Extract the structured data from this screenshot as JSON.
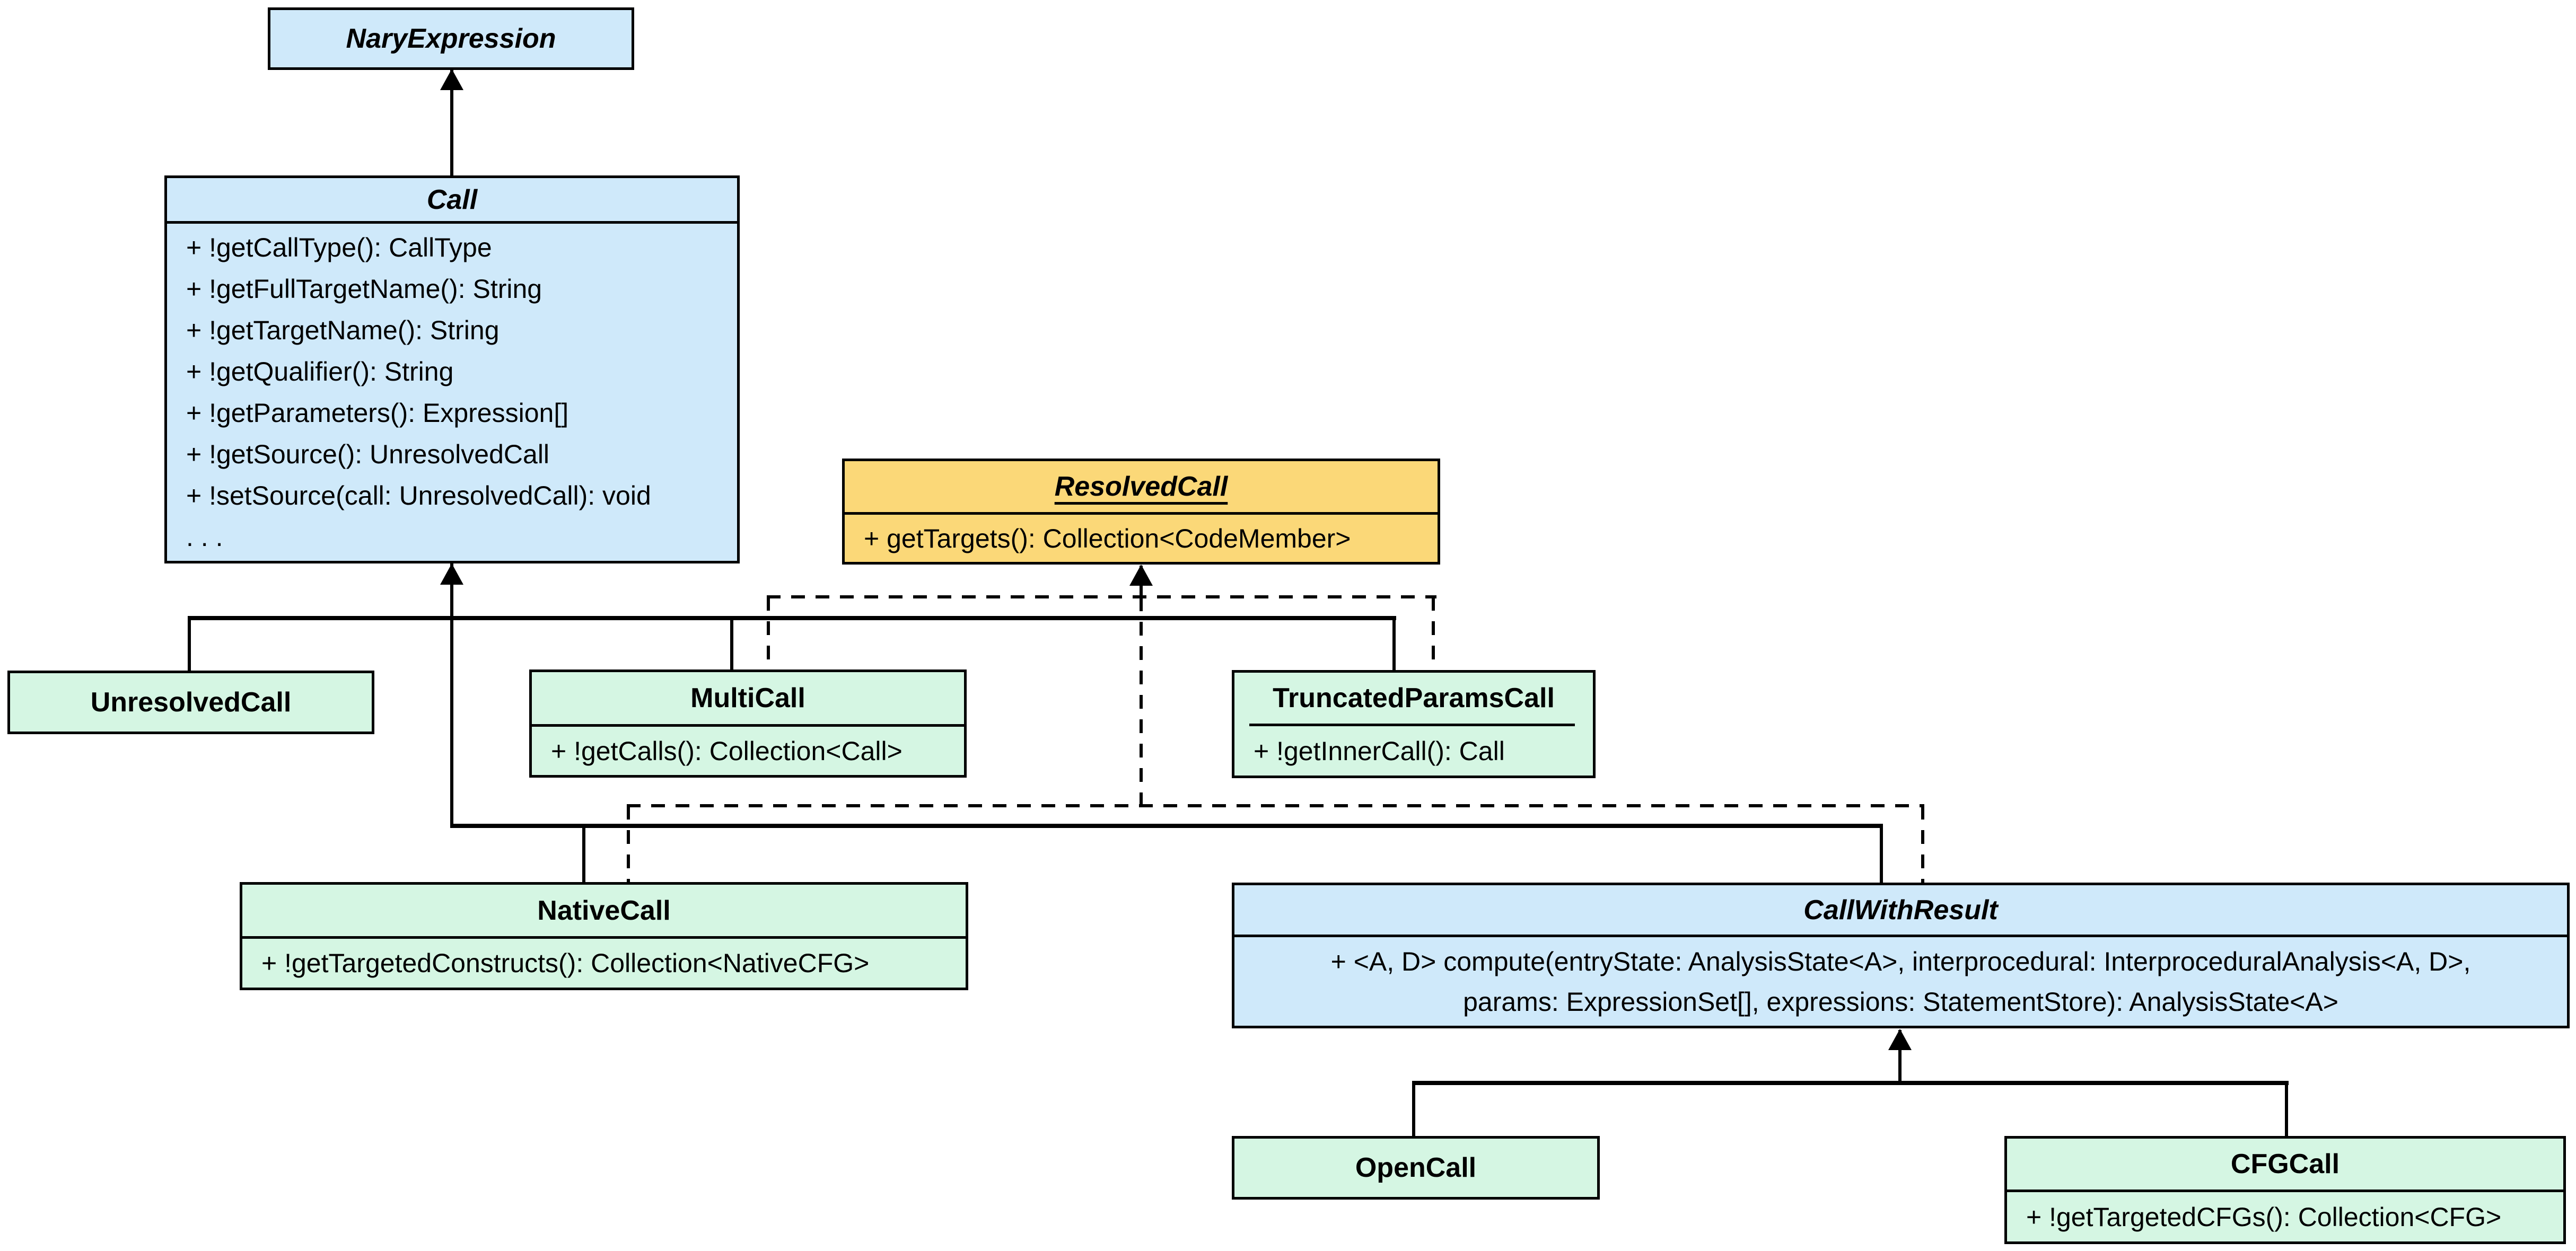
{
  "diagram": {
    "background": "#ffffff",
    "colors": {
      "abstract_class_fill": "#cfe9fa",
      "concrete_class_fill": "#d5f6e3",
      "interface_fill": "#fbd878",
      "border": "#000000"
    },
    "classes": {
      "nary_expression": {
        "name": "NaryExpression",
        "style": "abstract",
        "methods": []
      },
      "call": {
        "name": "Call",
        "style": "abstract",
        "methods": [
          "+ !getCallType(): CallType",
          "+ !getFullTargetName(): String",
          "+ !getTargetName(): String",
          "+ !getQualifier(): String",
          "+ !getParameters(): Expression[]",
          "+ !getSource(): UnresolvedCall",
          "+ !setSource(call: UnresolvedCall): void",
          ". . ."
        ]
      },
      "resolved_call": {
        "name": "ResolvedCall",
        "style": "interface",
        "methods": [
          "+ getTargets(): Collection<CodeMember>"
        ]
      },
      "unresolved_call": {
        "name": "UnresolvedCall",
        "style": "concrete",
        "methods": []
      },
      "multi_call": {
        "name": "MultiCall",
        "style": "concrete",
        "methods": [
          "+ !getCalls(): Collection<Call>"
        ]
      },
      "truncated_params_call": {
        "name": "TruncatedParamsCall",
        "style": "concrete",
        "methods": [
          "+ !getInnerCall(): Call"
        ]
      },
      "native_call": {
        "name": "NativeCall",
        "style": "concrete",
        "methods": [
          "+ !getTargetedConstructs(): Collection<NativeCFG>"
        ]
      },
      "call_with_result": {
        "name": "CallWithResult",
        "style": "abstract",
        "methods": [
          "+ <A, D> compute(entryState: AnalysisState<A>, interprocedural: InterproceduralAnalysis<A, D>,",
          "params: ExpressionSet[], expressions: StatementStore): AnalysisState<A>"
        ]
      },
      "open_call": {
        "name": "OpenCall",
        "style": "concrete",
        "methods": []
      },
      "cfg_call": {
        "name": "CFGCall",
        "style": "concrete",
        "methods": [
          "+ !getTargetedCFGs(): Collection<CFG>"
        ]
      }
    },
    "relations": [
      {
        "from": "Call",
        "to": "NaryExpression",
        "type": "extends",
        "line": "solid"
      },
      {
        "from": "UnresolvedCall",
        "to": "Call",
        "type": "extends",
        "line": "solid"
      },
      {
        "from": "MultiCall",
        "to": "Call",
        "type": "extends",
        "line": "solid"
      },
      {
        "from": "TruncatedParamsCall",
        "to": "Call",
        "type": "extends",
        "line": "solid"
      },
      {
        "from": "NativeCall",
        "to": "Call",
        "type": "extends",
        "line": "solid"
      },
      {
        "from": "CallWithResult",
        "to": "Call",
        "type": "extends",
        "line": "solid"
      },
      {
        "from": "MultiCall",
        "to": "ResolvedCall",
        "type": "implements",
        "line": "dashed"
      },
      {
        "from": "TruncatedParamsCall",
        "to": "ResolvedCall",
        "type": "implements",
        "line": "dashed"
      },
      {
        "from": "NativeCall",
        "to": "ResolvedCall",
        "type": "implements",
        "line": "dashed"
      },
      {
        "from": "CallWithResult",
        "to": "ResolvedCall",
        "type": "implements",
        "line": "dashed"
      },
      {
        "from": "OpenCall",
        "to": "CallWithResult",
        "type": "extends",
        "line": "solid"
      },
      {
        "from": "CFGCall",
        "to": "CallWithResult",
        "type": "extends",
        "line": "solid"
      }
    ]
  }
}
